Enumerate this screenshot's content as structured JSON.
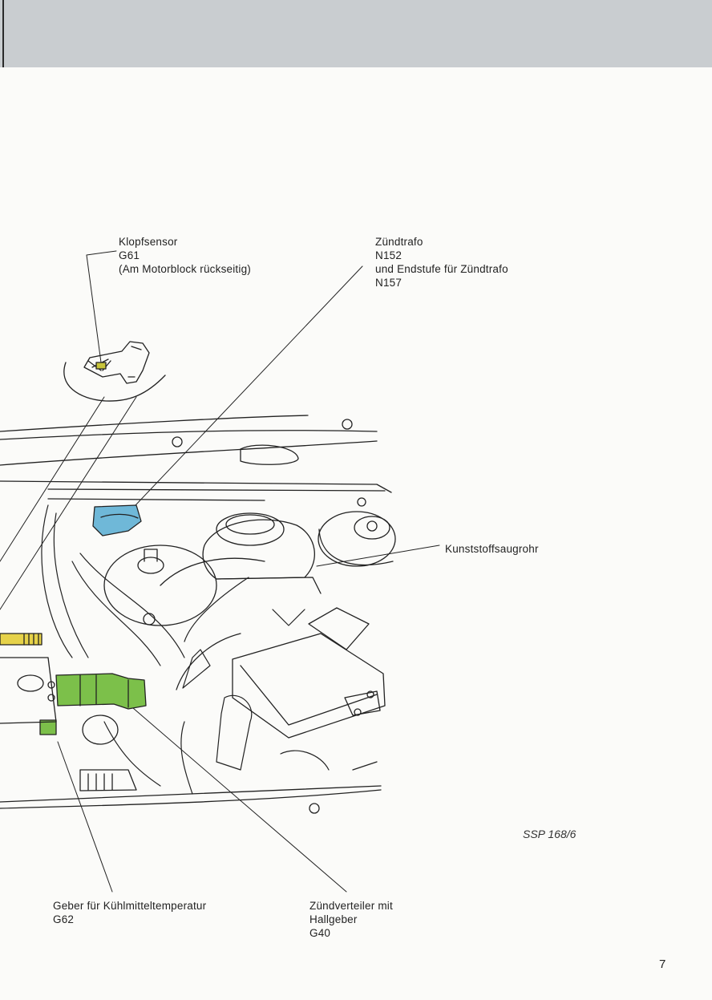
{
  "labels": {
    "klopfsensor": {
      "line1": "Klopfsensor",
      "line2": "G61",
      "line3": "(Am Motorblock rückseitig)"
    },
    "zuendtrafo": {
      "line1": "Zündtrafo",
      "line2": "N152",
      "line3": "und Endstufe für Zündtrafo",
      "line4": "N157"
    },
    "kunststoffsaugrohr": {
      "line1": "Kunststoffsaugrohr"
    },
    "geber": {
      "line1": "Geber für Kühlmitteltemperatur",
      "line2": "G62"
    },
    "zuendverteiler": {
      "line1": "Zündverteiler mit",
      "line2": "Hallgeber",
      "line3": "G40"
    }
  },
  "figure_id": "SSP 168/6",
  "page_number": "7",
  "colors": {
    "header_band": "#c9cdd0",
    "ignition_coil_highlight": "#6fb8d8",
    "distributor_highlight": "#7cc04a",
    "sensor_highlight": "#c8c43a",
    "yellow_component": "#e6d24a"
  }
}
